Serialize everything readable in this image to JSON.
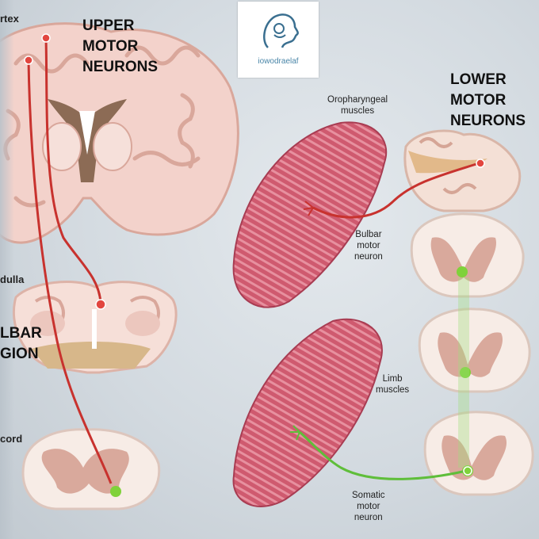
{
  "labels": {
    "upper_title": [
      "UPPER",
      "MOTOR",
      "NEURONS"
    ],
    "lower_title": [
      "LOWER",
      "MOTOR",
      "NEURONS"
    ],
    "cortex": "rtex",
    "medulla": "dulla",
    "bulbar_region": [
      "LBAR",
      "GION"
    ],
    "spinal_cord": "cord",
    "oropharyngeal": [
      "Oropharyngeal",
      "muscles"
    ],
    "bulbar_motor_neuron": [
      "Bulbar",
      "motor",
      "neuron"
    ],
    "limb_muscles": [
      "Limb",
      "muscles"
    ],
    "somatic_motor_neuron": [
      "Somatic",
      "motor",
      "neuron"
    ]
  },
  "logo": {
    "text": "iowodraelaf"
  },
  "colors": {
    "upper_pathway": "#c8322e",
    "lower_pathway_bulbar": "#c8322e",
    "lower_pathway_somatic": "#5fbe3a",
    "brain_gyri": "#f4c9c1",
    "gray_matter": "#d9a79b",
    "muscle": "#c9546a"
  },
  "icons": {
    "logo": "head-profile-icon"
  }
}
